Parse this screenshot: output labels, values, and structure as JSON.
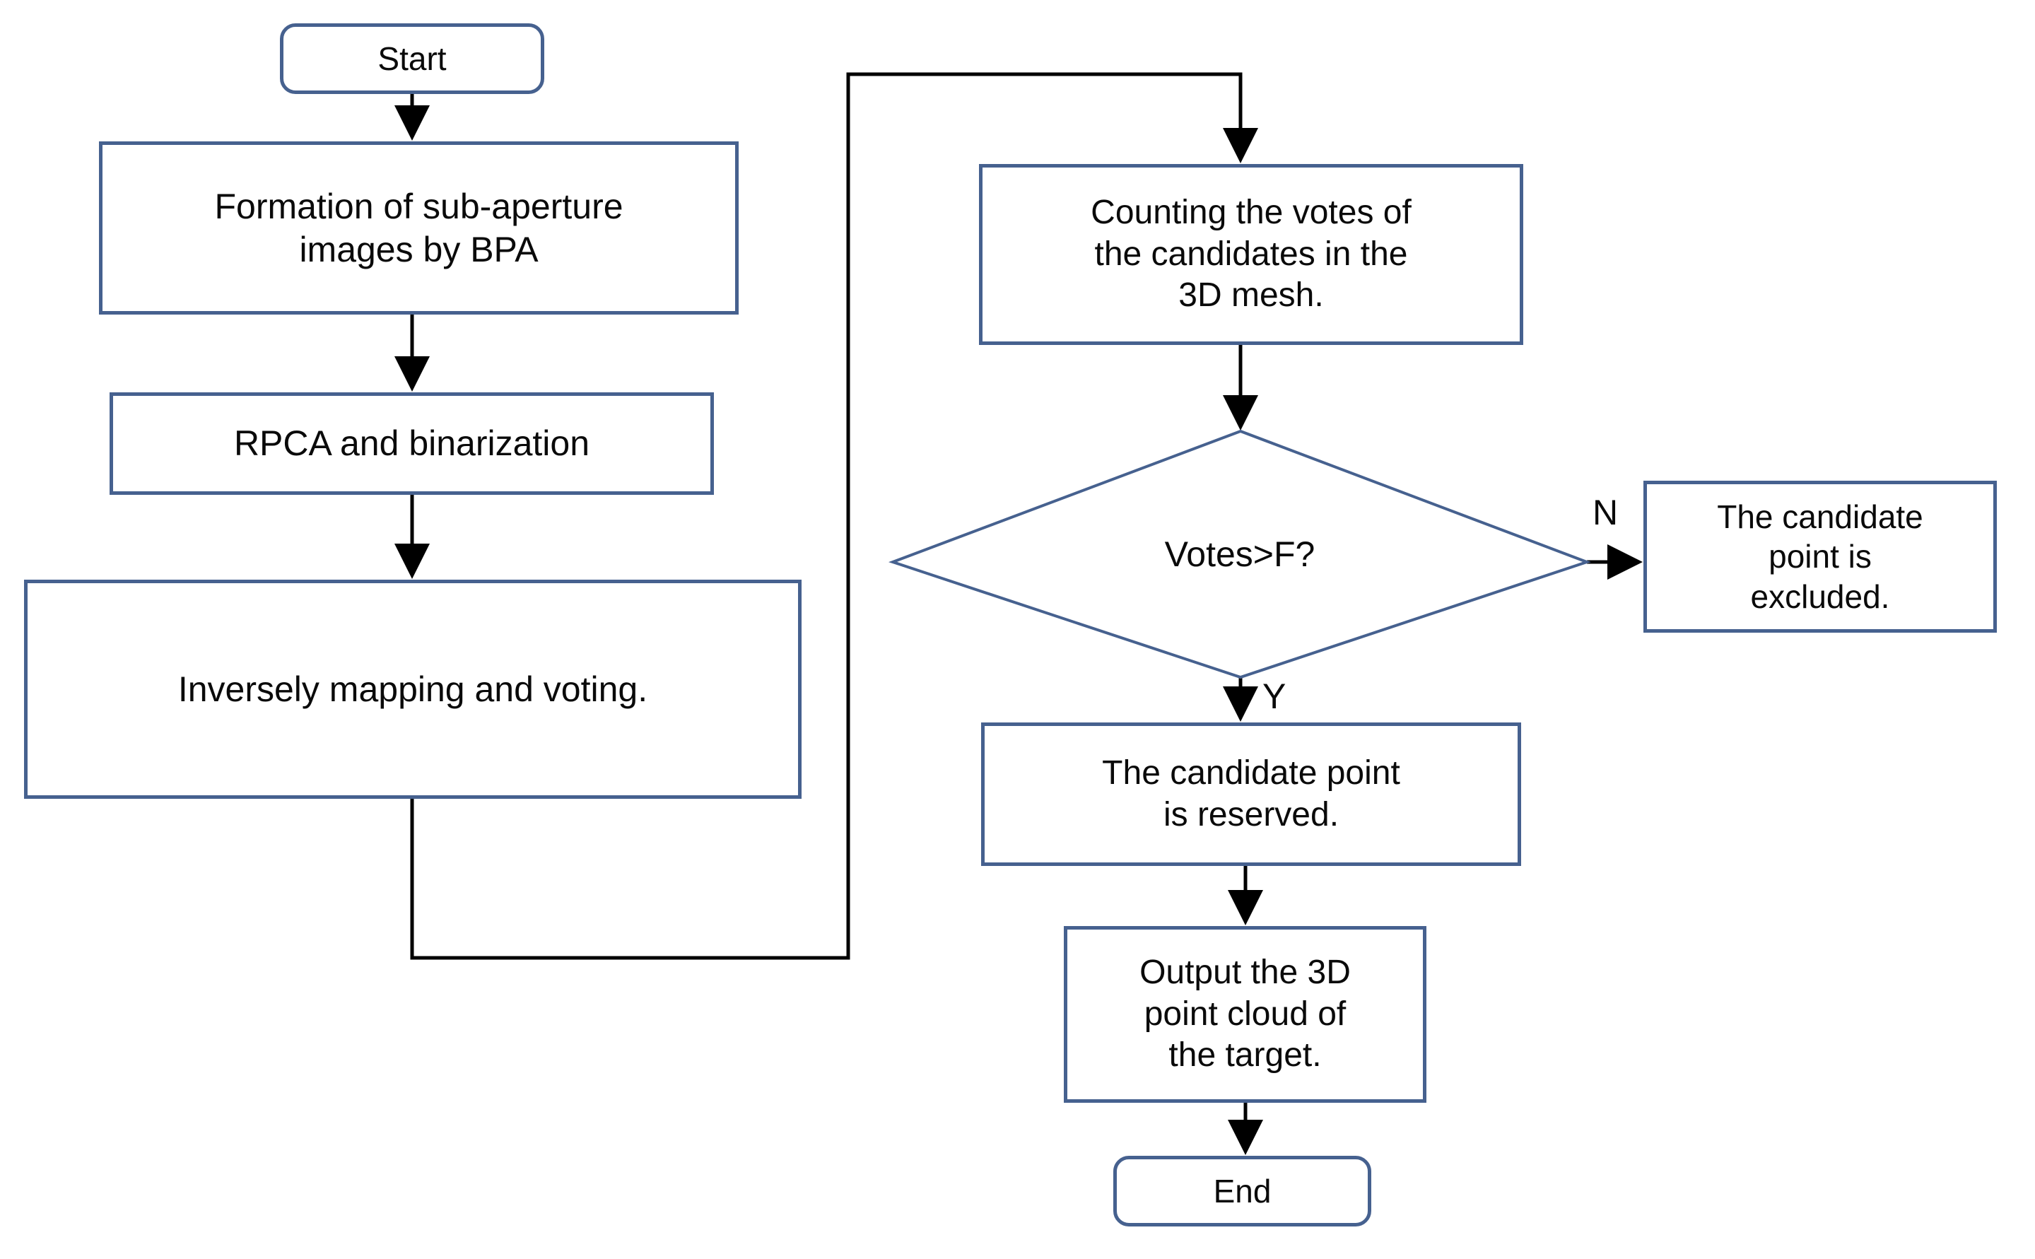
{
  "diagram": {
    "title": "3D point cloud reconstruction flowchart",
    "colors": {
      "node_border": "#46618f",
      "node_fill": "#ffffff",
      "edge_stroke": "#000000",
      "text": "#0a0a0a",
      "background": "#ffffff"
    },
    "nodes": [
      {
        "id": "start",
        "shape": "terminator",
        "label": "Start"
      },
      {
        "id": "formation",
        "shape": "process",
        "label": "Formation of sub-aperture\nimages  by BPA"
      },
      {
        "id": "rpca",
        "shape": "process",
        "label": "RPCA and binarization"
      },
      {
        "id": "mapping",
        "shape": "process",
        "label": "Inversely mapping and voting."
      },
      {
        "id": "counting",
        "shape": "process",
        "label": "Counting the votes of\nthe candidates in the\n3D mesh."
      },
      {
        "id": "decision",
        "shape": "decision",
        "label": "Votes>F?"
      },
      {
        "id": "excluded",
        "shape": "process",
        "label": "The candidate\npoint  is\nexcluded."
      },
      {
        "id": "reserved",
        "shape": "process",
        "label": "The candidate point\nis reserved."
      },
      {
        "id": "output",
        "shape": "process",
        "label": "Output the 3D\npoint cloud of\nthe target."
      },
      {
        "id": "end",
        "shape": "terminator",
        "label": "End"
      }
    ],
    "edges": [
      {
        "from": "start",
        "to": "formation",
        "label": ""
      },
      {
        "from": "formation",
        "to": "rpca",
        "label": ""
      },
      {
        "from": "rpca",
        "to": "mapping",
        "label": ""
      },
      {
        "from": "mapping",
        "to": "counting",
        "label": ""
      },
      {
        "from": "counting",
        "to": "decision",
        "label": ""
      },
      {
        "from": "decision",
        "to": "excluded",
        "label": "N"
      },
      {
        "from": "decision",
        "to": "reserved",
        "label": "Y"
      },
      {
        "from": "reserved",
        "to": "output",
        "label": ""
      },
      {
        "from": "output",
        "to": "end",
        "label": ""
      }
    ],
    "edge_labels": {
      "no_branch": "N",
      "yes_branch": "Y"
    }
  }
}
